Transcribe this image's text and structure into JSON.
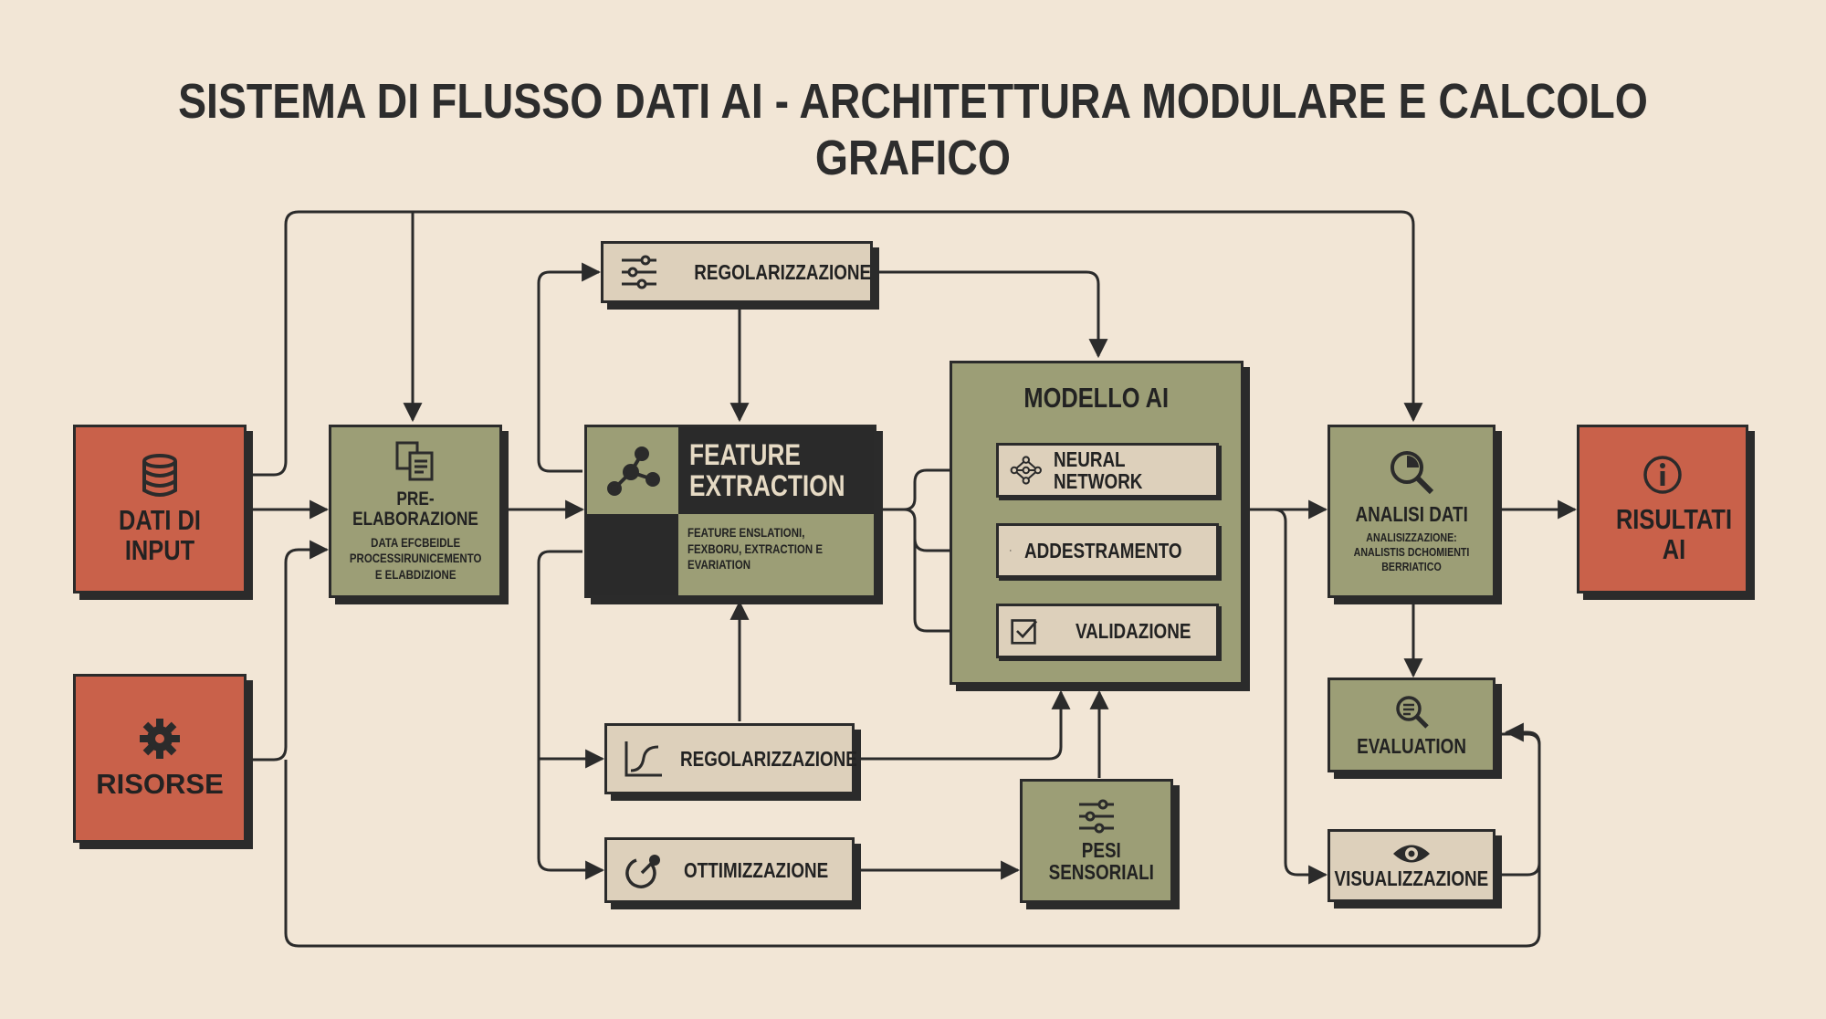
{
  "title": "SISTEMA DI FLUSSO DATI AI - ARCHITETTURA MODULARE E CALCOLO GRAFICO",
  "colors": {
    "background": "#f2e6d6",
    "red": "#c9614a",
    "olive": "#9c9e76",
    "beige": "#ddd0bb",
    "dark": "#2a2a2a",
    "line": "#2b2b2b"
  },
  "nodes": {
    "dati_input": {
      "label": "DATI DI INPUT",
      "icon": "database-icon"
    },
    "risorse": {
      "label": "RISORSE",
      "icon": "gear-icon"
    },
    "pre_elaborazione": {
      "label": "PRE-ELABORAZIONE",
      "desc": "DATA EFCBEIDLE PROCESSIRUNICEMENTO E ELABDIZIONE",
      "icon": "documents-icon"
    },
    "regolarizzazione_top": {
      "label": "REGOLARIZZAZIONE",
      "icon": "sliders-icon"
    },
    "feature_extraction": {
      "label": "FEATURE EXTRACTION",
      "desc": "FEATURE ENSLATIONI, FEXBORU, EXTRACTION E EVARIATION",
      "icon": "network-icon"
    },
    "modello_ai": {
      "label": "MODELLO AI",
      "items": [
        {
          "label": "NEURAL NETWORK",
          "icon": "neural-network-icon"
        },
        {
          "label": "ADDESTRAMENTO",
          "icon": "gear-icon"
        },
        {
          "label": "VALIDAZIONE",
          "icon": "checkbox-icon"
        }
      ]
    },
    "regolarizzazione_bottom": {
      "label": "REGOLARIZZAZIONE",
      "icon": "curve-icon"
    },
    "ottimizzazione": {
      "label": "OTTIMIZZAZIONE",
      "icon": "optimize-icon"
    },
    "pesi_sensoriali": {
      "label": "PESI SENSORIALI",
      "icon": "sliders-icon"
    },
    "analisi_dati": {
      "label": "ANALISI DATI",
      "desc": "ANALISIZZAZIONE: ANALISTIS DCHOMIENTI BERRIATICO",
      "icon": "magnifier-chart-icon"
    },
    "risultati_ai": {
      "label": "RISULTATI AI",
      "icon": "info-icon"
    },
    "evaluation": {
      "label": "EVALUATION",
      "icon": "search-doc-icon"
    },
    "visualizzazione": {
      "label": "VISUALIZZAZIONE",
      "icon": "eye-icon"
    }
  }
}
